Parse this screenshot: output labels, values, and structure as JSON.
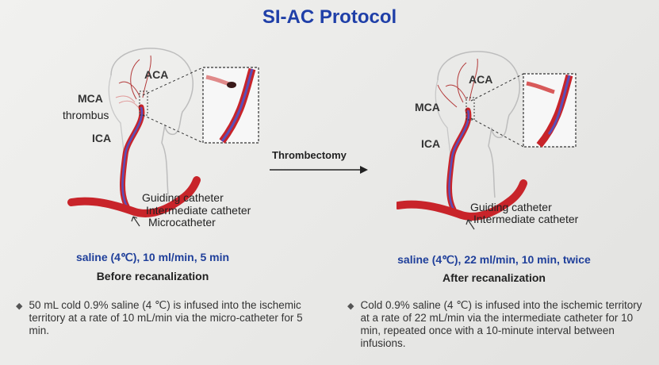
{
  "title": "SI-AC Protocol",
  "arrow_label": "Thrombectomy",
  "left": {
    "labels": {
      "aca": "ACA",
      "mca": "MCA",
      "thrombus": "thrombus",
      "ica": "ICA"
    },
    "catheters": [
      "Guiding catheter",
      "Intermediate catheter",
      "Microcatheter"
    ],
    "saline": "saline (4℃), 10 ml/min, 5 min",
    "phase": "Before recanalization",
    "bullet": "50 mL cold 0.9% saline (4 ℃) is infused  into the ischemic territory at a rate of 10 mL/min via the micro-catheter for 5 min."
  },
  "right": {
    "labels": {
      "aca": "ACA",
      "mca": "MCA",
      "ica": "ICA"
    },
    "catheters": [
      "Guiding catheter",
      "Intermediate catheter"
    ],
    "saline": "saline (4℃), 22 ml/min, 10 min, twice",
    "phase": "After recanalization",
    "bullet": "Cold 0.9% saline (4 ℃) is infused into the ischemic territory at a rate of 22 mL/min via the intermediate catheter for 10 min, repeated once with a 10-minute interval between infusions."
  },
  "colors": {
    "title": "#1f3fa8",
    "artery": "#c8242a",
    "catheter": "#5a4fb8",
    "saline": "#1f3f9a"
  }
}
